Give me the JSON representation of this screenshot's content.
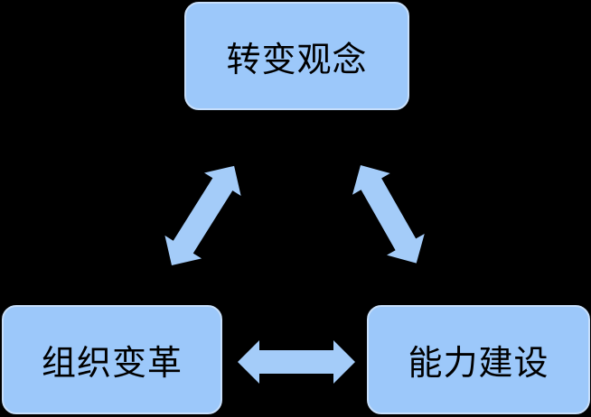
{
  "diagram": {
    "title": "three-node-cycle-diagram",
    "colors": {
      "background": "#000000",
      "node_fill": "#9CC8FA",
      "node_border": "#C7DFFB",
      "arrow_fill": "#A4CCF9",
      "text": "#000000"
    },
    "nodes": [
      {
        "id": "top",
        "label": "转变观念"
      },
      {
        "id": "bottom-left",
        "label": "组织变革"
      },
      {
        "id": "bottom-right",
        "label": "能力建设"
      }
    ],
    "connections": [
      {
        "from": "top",
        "to": "bottom-left",
        "style": "double-headed-arrow"
      },
      {
        "from": "top",
        "to": "bottom-right",
        "style": "double-headed-arrow"
      },
      {
        "from": "bottom-left",
        "to": "bottom-right",
        "style": "double-headed-arrow"
      }
    ]
  }
}
